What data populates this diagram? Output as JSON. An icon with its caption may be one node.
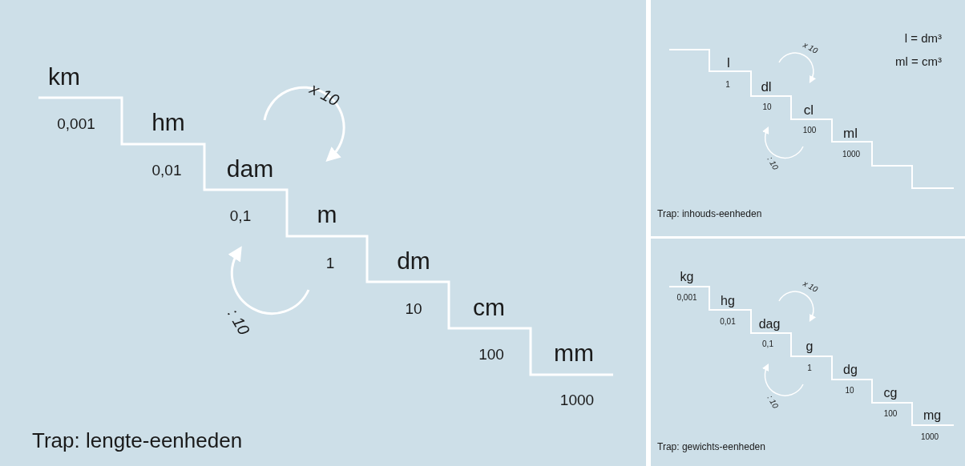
{
  "diagram": {
    "labels": [
      "km",
      "0,001",
      "hm",
      "0,01",
      "dam",
      "x 10",
      "0,1",
      "m",
      "1",
      "dm",
      ": 10",
      "10",
      "cm",
      "100",
      "mm",
      "1000",
      "Trap: lengte-eenheden",
      "l = dm³",
      "x 10",
      "l",
      "ml = cm³",
      "1",
      "dl",
      "10",
      "cl",
      "100",
      "ml",
      ": 10",
      "1000",
      "Trap: inhouds-eenheden",
      "kg",
      "0,001",
      "hg",
      "x 10",
      "0,01",
      "dag",
      "0,1",
      "g",
      "1",
      "dg",
      ": 10",
      "10",
      "cg",
      "100",
      "mg",
      "1000",
      "Trap: gewichts-eenheden"
    ]
  }
}
